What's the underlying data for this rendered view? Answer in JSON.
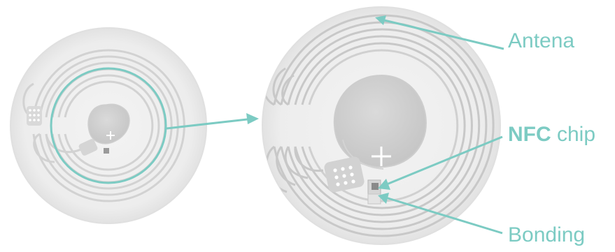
{
  "labels": {
    "antenna": "Antena",
    "chip_bold": "NFC",
    "chip_rest": " chip",
    "bonding": "Bonding"
  },
  "colors": {
    "accent": "#7ccbc3",
    "inlay_fill": "#ececec",
    "inlay_edge": "#dedede",
    "trace": "#bfbfbf",
    "trace_light": "#d6d6d6",
    "pad": "#c9c9c9",
    "chip": "#8a8a8a"
  },
  "icons": {
    "small_tag": "nfc-tag-icon",
    "zoomed_tag": "nfc-inlay-magnified-icon"
  }
}
